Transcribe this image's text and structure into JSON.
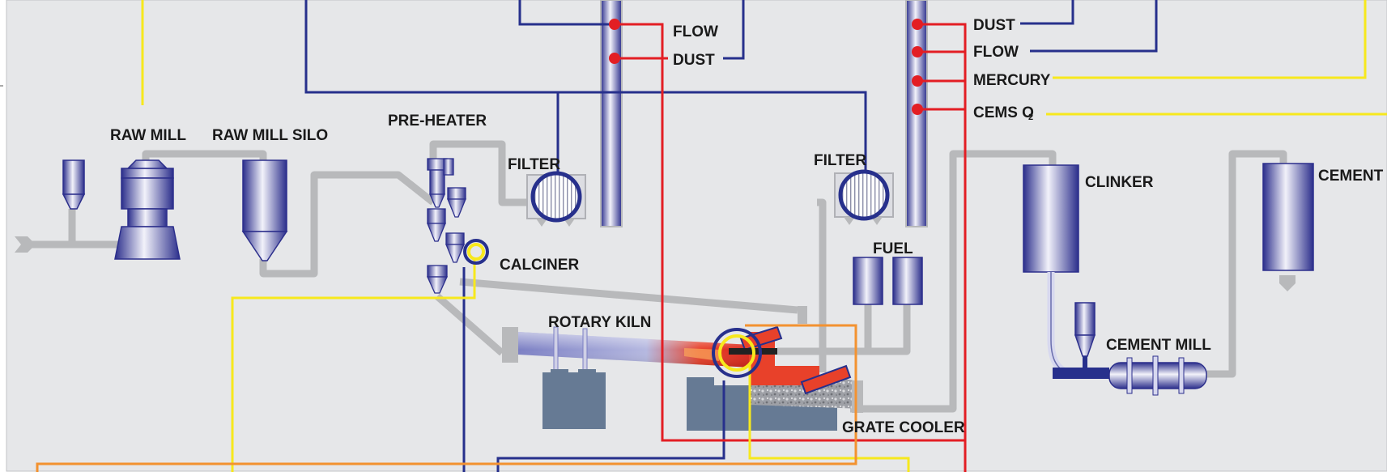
{
  "labels": {
    "raw_mill": "RAW MILL",
    "raw_mill_silo": "RAW MILL SILO",
    "pre_heater": "PRE-HEATER",
    "filter_left": "FILTER",
    "filter_right": "FILTER",
    "calciner": "CALCINER",
    "rotary_kiln": "ROTARY KILN",
    "fuel": "FUEL",
    "grate_cooler": "GRATE COOLER",
    "clinker": "CLINKER",
    "cement": "CEMENT",
    "cement_mill": "CEMENT MILL",
    "left_stack_flow": "FLOW",
    "left_stack_dust": "DUST",
    "right_stack_dust": "DUST",
    "right_stack_flow": "FLOW",
    "right_stack_mercury": "MERCURY",
    "right_stack_cems": "CEMS O",
    "right_stack_cems_sub": "2"
  },
  "colors": {
    "background": "#e6e7e9",
    "pipe_gray": "#b8b9bb",
    "equipment_blue": "#3a3d99",
    "signal_navy": "#27308c",
    "signal_red": "#e31e24",
    "signal_yellow": "#f7e81d",
    "signal_orange": "#f39230",
    "kiln_flame": "#e8412a",
    "machine_slate": "#667a94"
  }
}
